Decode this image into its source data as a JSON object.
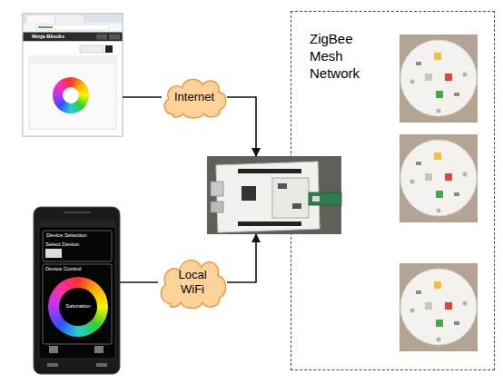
{
  "diagram": {
    "nodes": [
      {
        "text": [
          "Ninja Blocks"
        ]
      },
      {
        "text": [
          "Internet"
        ]
      },
      {
        "text": [
          "ZigBee Mesh Network"
        ]
      },
      {
        "text": []
      },
      {
        "text": [
          "Device Selection",
          "Select Device:",
          "Device Control",
          "Saturation"
        ]
      },
      {
        "text": [
          "Local WiFi"
        ]
      }
    ],
    "edges": [
      {
        "from": 0,
        "to": 1,
        "arrow": "none"
      },
      {
        "from": 1,
        "to": 3,
        "arrow": "to"
      },
      {
        "from": 4,
        "to": 5,
        "arrow": "none"
      },
      {
        "from": 5,
        "to": 3,
        "arrow": "to"
      }
    ]
  }
}
